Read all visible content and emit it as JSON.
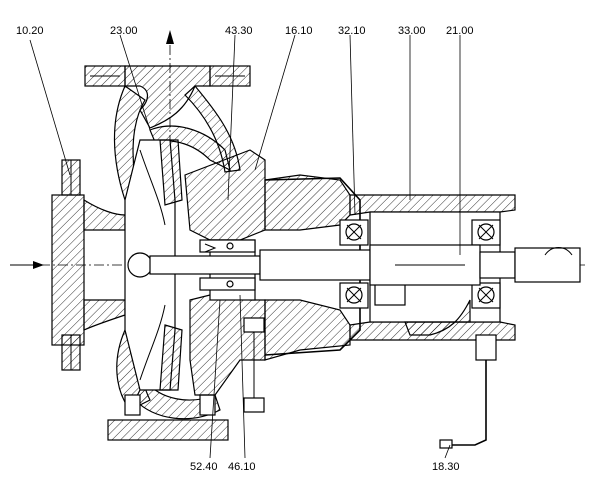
{
  "callouts": {
    "c1020": "10.20",
    "c2300": "23.00",
    "c4330": "43.30",
    "c1610": "16.10",
    "c3210": "32.10",
    "c3300": "33.00",
    "c2100": "21.00",
    "c5240": "52.40",
    "c4610": "46.10",
    "c1830": "18.30"
  }
}
